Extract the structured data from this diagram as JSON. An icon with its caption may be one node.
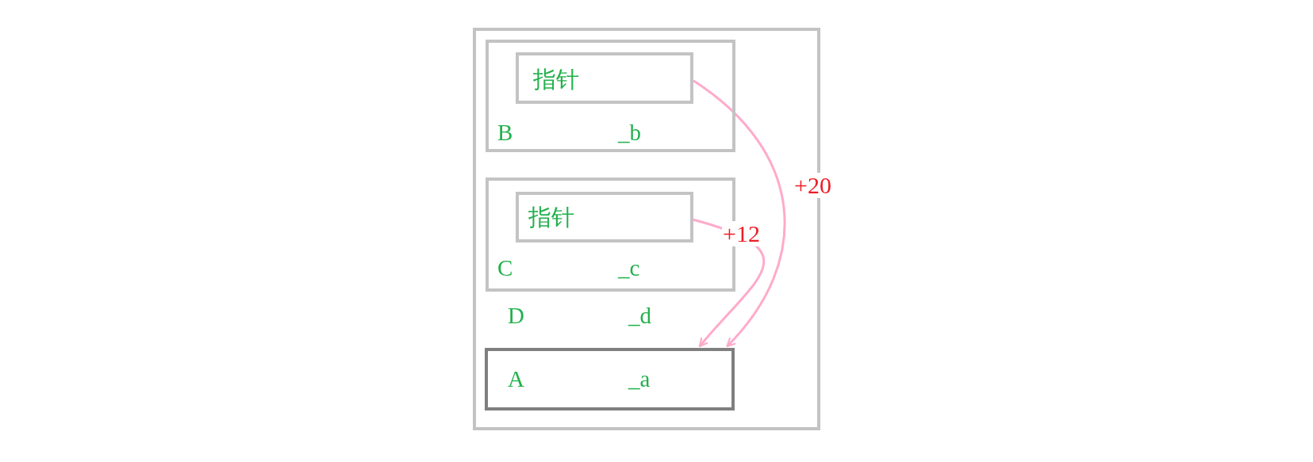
{
  "diagram": {
    "nodes": [
      {
        "text": [],
        "shape": "box"
      },
      {
        "text": [
          "B",
          "_b"
        ],
        "in": 0
      },
      {
        "text": [
          "指针"
        ],
        "in": 1
      },
      {
        "text": [
          "C",
          "_c"
        ],
        "in": 0
      },
      {
        "text": [
          "指针"
        ],
        "in": 3
      },
      {
        "text": [
          "A",
          "_a"
        ],
        "in": 0
      }
    ],
    "edges": [
      {
        "from": 2,
        "to": 5,
        "arrow": "to",
        "label": "+20"
      },
      {
        "from": 4,
        "to": 5,
        "arrow": "to",
        "label": "+12"
      }
    ],
    "labels": [
      "D",
      "_d"
    ]
  }
}
